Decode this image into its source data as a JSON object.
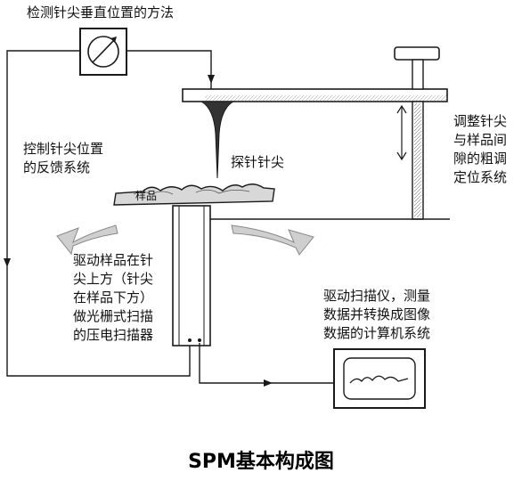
{
  "labels": {
    "top_method": "检测针尖垂直位置的方法",
    "feedback": "控制针尖位置\n的反馈系统",
    "probe_tip": "探针针尖",
    "coarse_adjust": "调整针尖\n与样品间\n隙的粗调\n定位系统",
    "sample": "样品",
    "piezo": "驱动样品在针\n尖上方（针尖\n在样品下方）\n做光栅式扫描\n的压电扫描器",
    "computer": "驱动扫描仪，测量\n数据并转换成图像\n数据的计算机系统"
  },
  "caption": "SPM基本构成图",
  "colors": {
    "line": "#1a1a1a",
    "fill_gray": "#cfcfcf",
    "probe_dark": "#333333"
  }
}
